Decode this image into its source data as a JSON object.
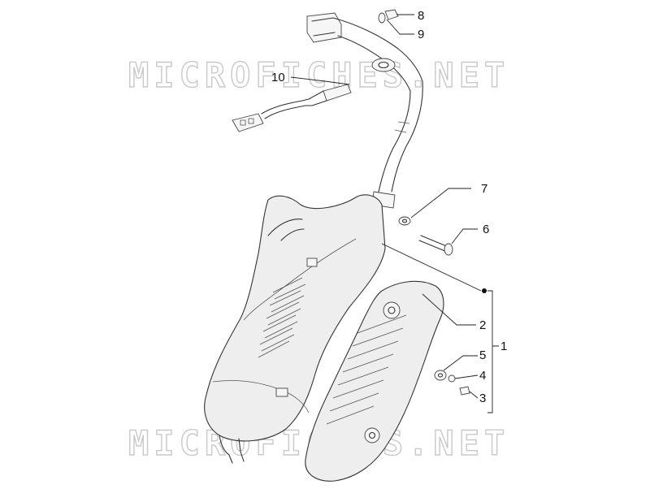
{
  "watermark": {
    "top": "MICROFICHES.NET",
    "bottom": "MICROFICHES.NET"
  },
  "callouts": {
    "c1": "1",
    "c2": "2",
    "c3": "3",
    "c4": "4",
    "c5": "5",
    "c6": "6",
    "c7": "7",
    "c8": "8",
    "c9": "9",
    "c10": "10"
  }
}
